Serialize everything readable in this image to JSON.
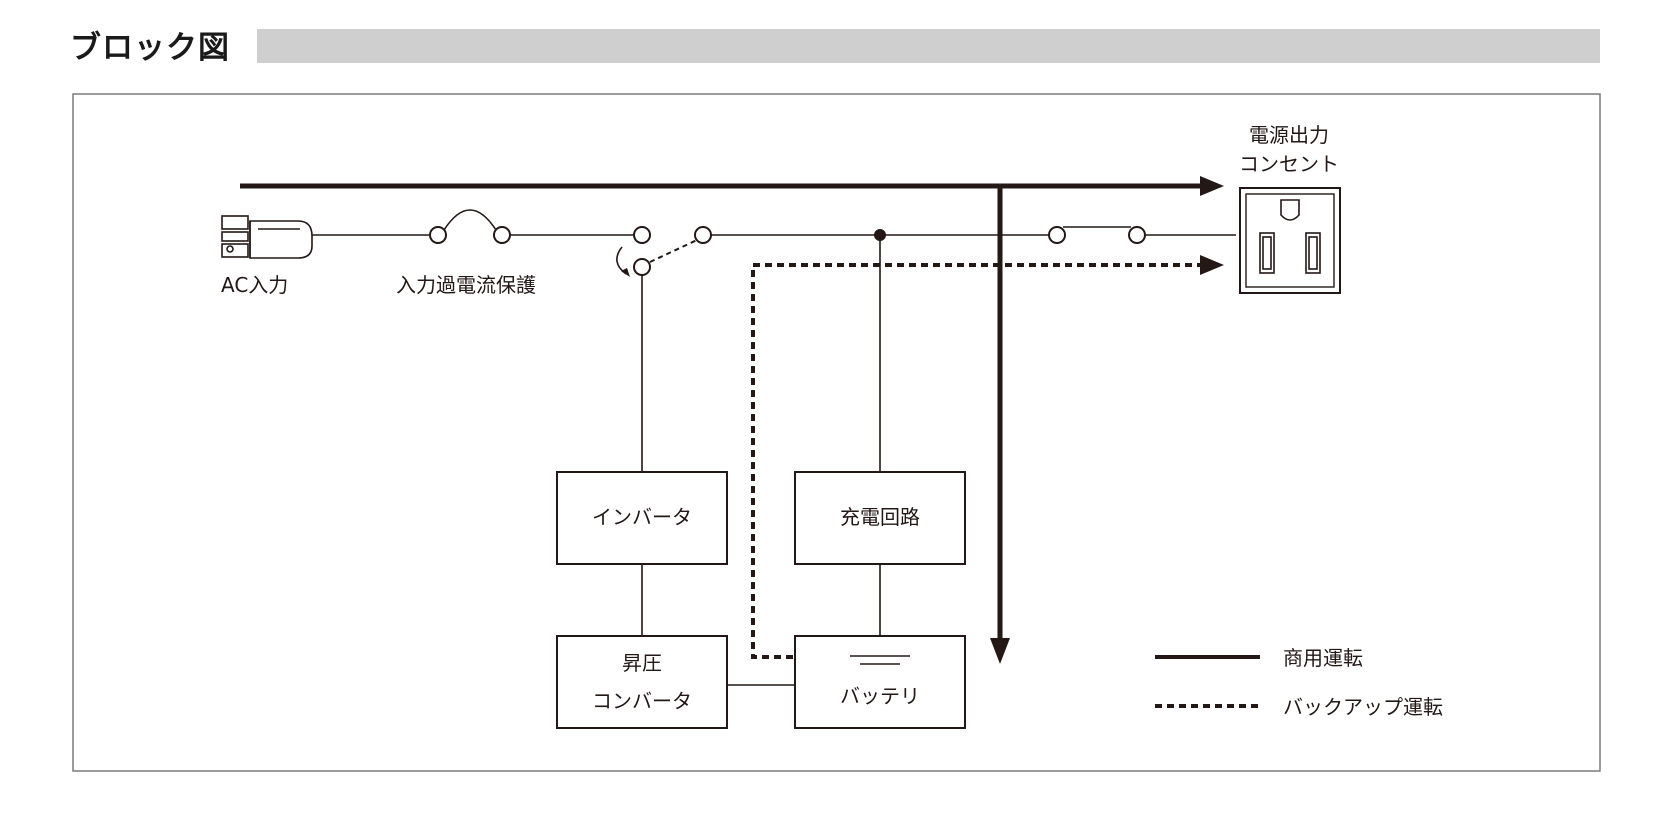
{
  "heading": {
    "title": "ブロック図"
  },
  "labels": {
    "ac_input": "AC入力",
    "input_overcurrent": "入力過電流保護",
    "outlet_line1": "電源出力",
    "outlet_line2": "コンセント",
    "inverter": "インバータ",
    "charging_circuit": "充電回路",
    "boost_line1": "昇圧",
    "boost_line2": "コンバータ",
    "battery": "バッテリ"
  },
  "legend": {
    "commercial": "商用運転",
    "backup": "バックアップ運転"
  },
  "colors": {
    "line": "#231815",
    "heading_bar": "#cfcfcf",
    "frame": "#7a7a7a"
  }
}
